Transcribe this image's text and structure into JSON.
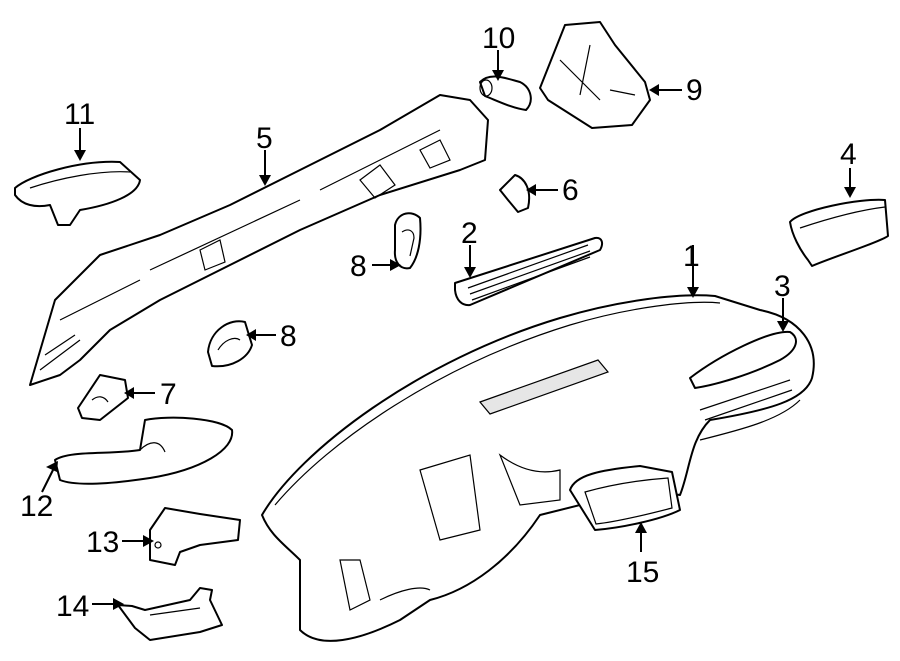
{
  "callouts": {
    "c1": "1",
    "c2": "2",
    "c3": "3",
    "c4": "4",
    "c5": "5",
    "c6": "6",
    "c7": "7",
    "c8a": "8",
    "c8b": "8",
    "c9": "9",
    "c10": "10",
    "c11": "11",
    "c12": "12",
    "c13": "13",
    "c14": "14",
    "c15": "15"
  },
  "colors": {
    "line": "#000000",
    "background": "#ffffff",
    "fill": "#ffffff"
  }
}
